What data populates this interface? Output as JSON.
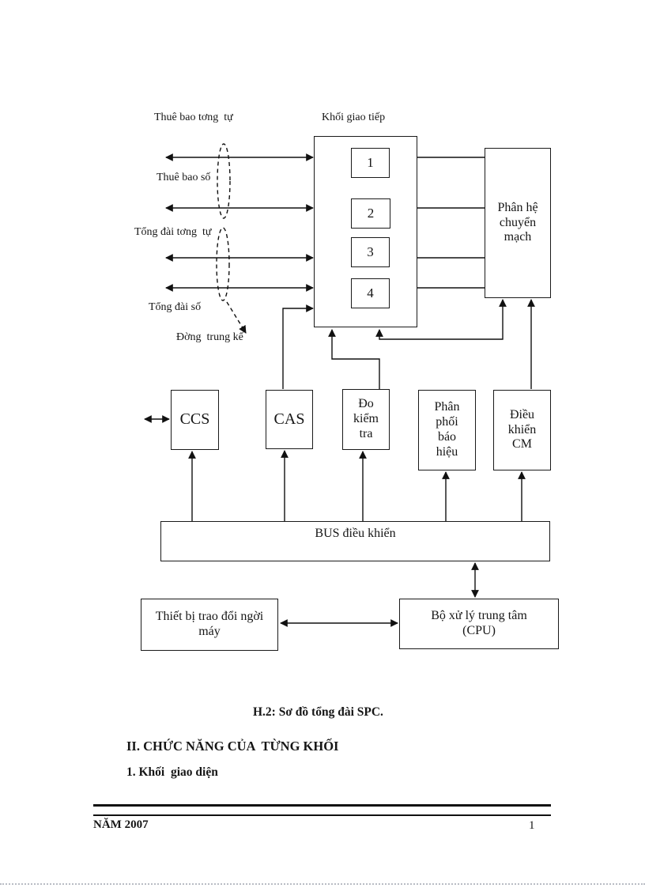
{
  "diagram": {
    "labels": {
      "analog_subscriber": "Thuê bao tơng  tự",
      "interface_block_title": "Khối giao tiếp",
      "digital_subscriber": "Thuê bao số",
      "analog_exchange": "Tổng đài tơng  tự",
      "digital_exchange": "Tổng đài số",
      "trunk_line": "Đờng  trung kế"
    },
    "blocks": {
      "interface_units": [
        "1",
        "2",
        "3",
        "4"
      ],
      "switch_subsystem": "Phân hệ\nchuyển\nmạch",
      "ccs": "CCS",
      "cas": "CAS",
      "measure_test": "Đo\nkiểm\ntra",
      "signal_distributor": "Phân\nphối\nbáo\nhiệu",
      "cm_controller": "Điều\nkhiển\nCM",
      "control_bus": "BUS điều khiển",
      "man_machine": "Thiết bị trao đổi ngời\nmáy",
      "cpu": "Bộ xử lý trung tâm\n(CPU)"
    }
  },
  "text": {
    "caption": "H.2: Sơ đồ tổng đài SPC.",
    "heading": "II. CHỨC NĂNG CỦA  TỪNG KHỐI",
    "subheading": "1. Khối  giao diện"
  },
  "footer": {
    "left": "NĂM 2007",
    "page_number": "1"
  }
}
